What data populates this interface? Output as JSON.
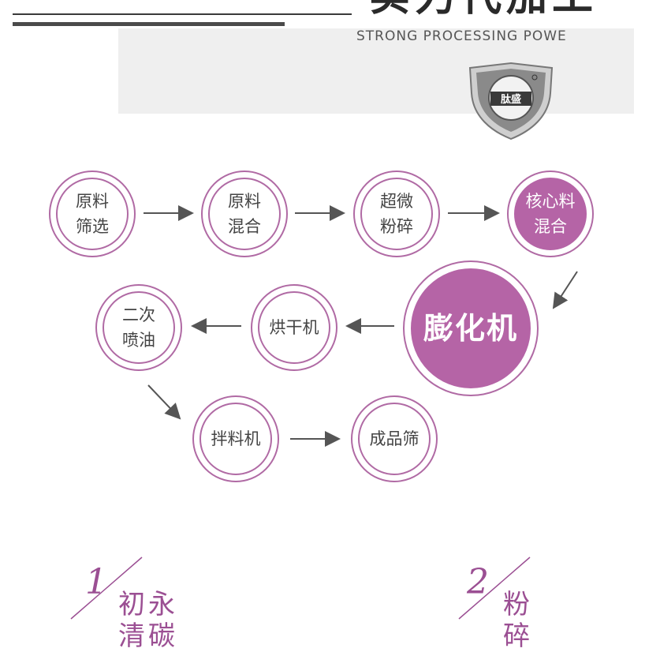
{
  "header": {
    "title": "实力代加工",
    "subtitle": "STRONG PROCESSING POWE",
    "logo_text": "肽盛"
  },
  "process": {
    "steps": [
      {
        "id": "s1",
        "label": "原料\n筛选"
      },
      {
        "id": "s2",
        "label": "原料\n混合"
      },
      {
        "id": "s3",
        "label": "超微\n粉碎"
      },
      {
        "id": "s4",
        "label": "核心料\n混合"
      },
      {
        "id": "s5",
        "label": "膨化机"
      },
      {
        "id": "s6",
        "label": "烘干机"
      },
      {
        "id": "s7",
        "label": "二次\n喷油"
      },
      {
        "id": "s8",
        "label": "拌料机"
      },
      {
        "id": "s9",
        "label": "成品筛"
      }
    ]
  },
  "features": [
    {
      "number": "1",
      "title": "初永\n清碳"
    },
    {
      "number": "2",
      "title": "粉\n碎"
    }
  ],
  "colors": {
    "accent": "#b564a6",
    "ring": "#b06aa4",
    "dark": "#2a2a2a"
  }
}
